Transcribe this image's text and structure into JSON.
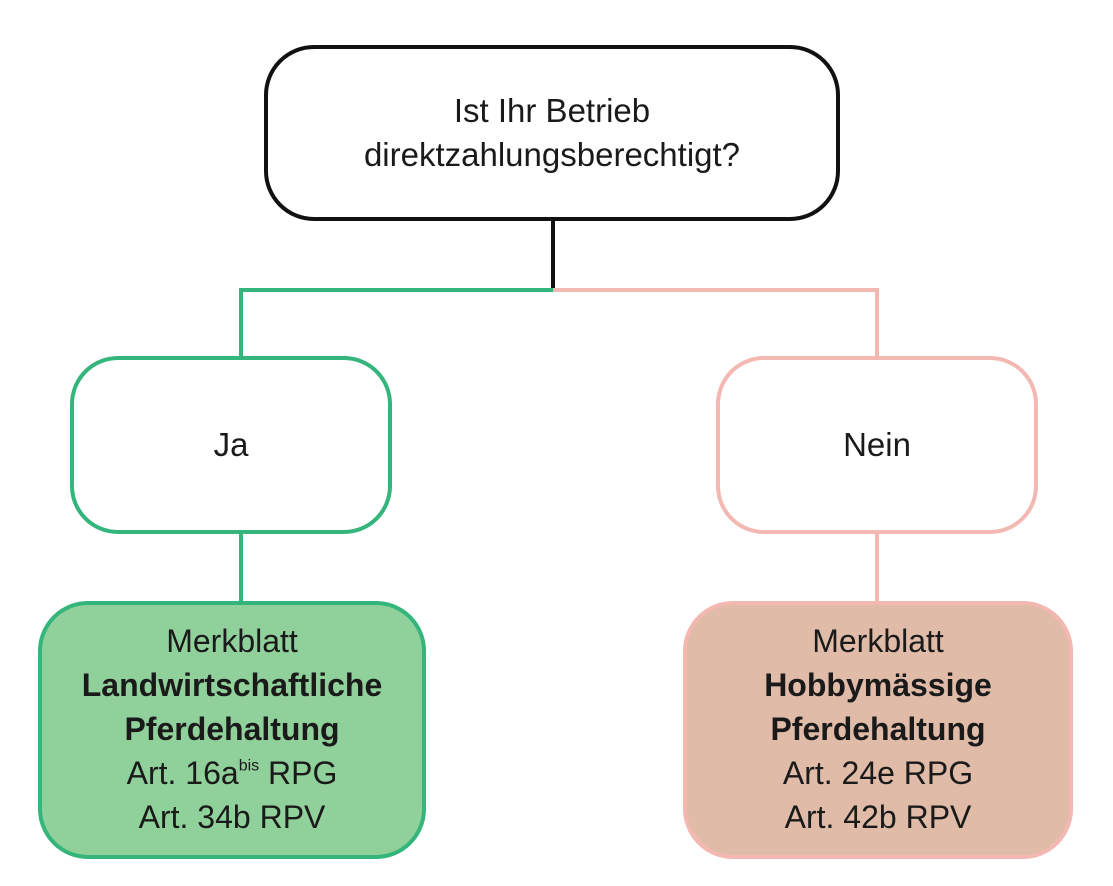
{
  "question": {
    "line1": "Ist Ihr Betrieb",
    "line2": "direktzahlungsberechtigt?"
  },
  "answers": {
    "yes": "Ja",
    "no": "Nein"
  },
  "results": {
    "yes": {
      "label": "Merkblatt",
      "title_line1": "Landwirtschaftliche",
      "title_line2": "Pferdehaltung",
      "ref1_main": "Art. 16a",
      "ref1_sup": "bis",
      "ref1_suffix": " RPG",
      "ref2": "Art. 34b RPV"
    },
    "no": {
      "label": "Merkblatt",
      "title_line1": "Hobbymässige",
      "title_line2": "Pferdehaltung",
      "ref1": "Art. 24e RPG",
      "ref2": "Art. 42b RPV"
    }
  },
  "colors": {
    "yes_accent": "#34b57c",
    "yes_fill": "#90d09a",
    "no_accent": "#f4b8b3",
    "no_fill": "#dfbba8",
    "question_border": "#111111"
  }
}
